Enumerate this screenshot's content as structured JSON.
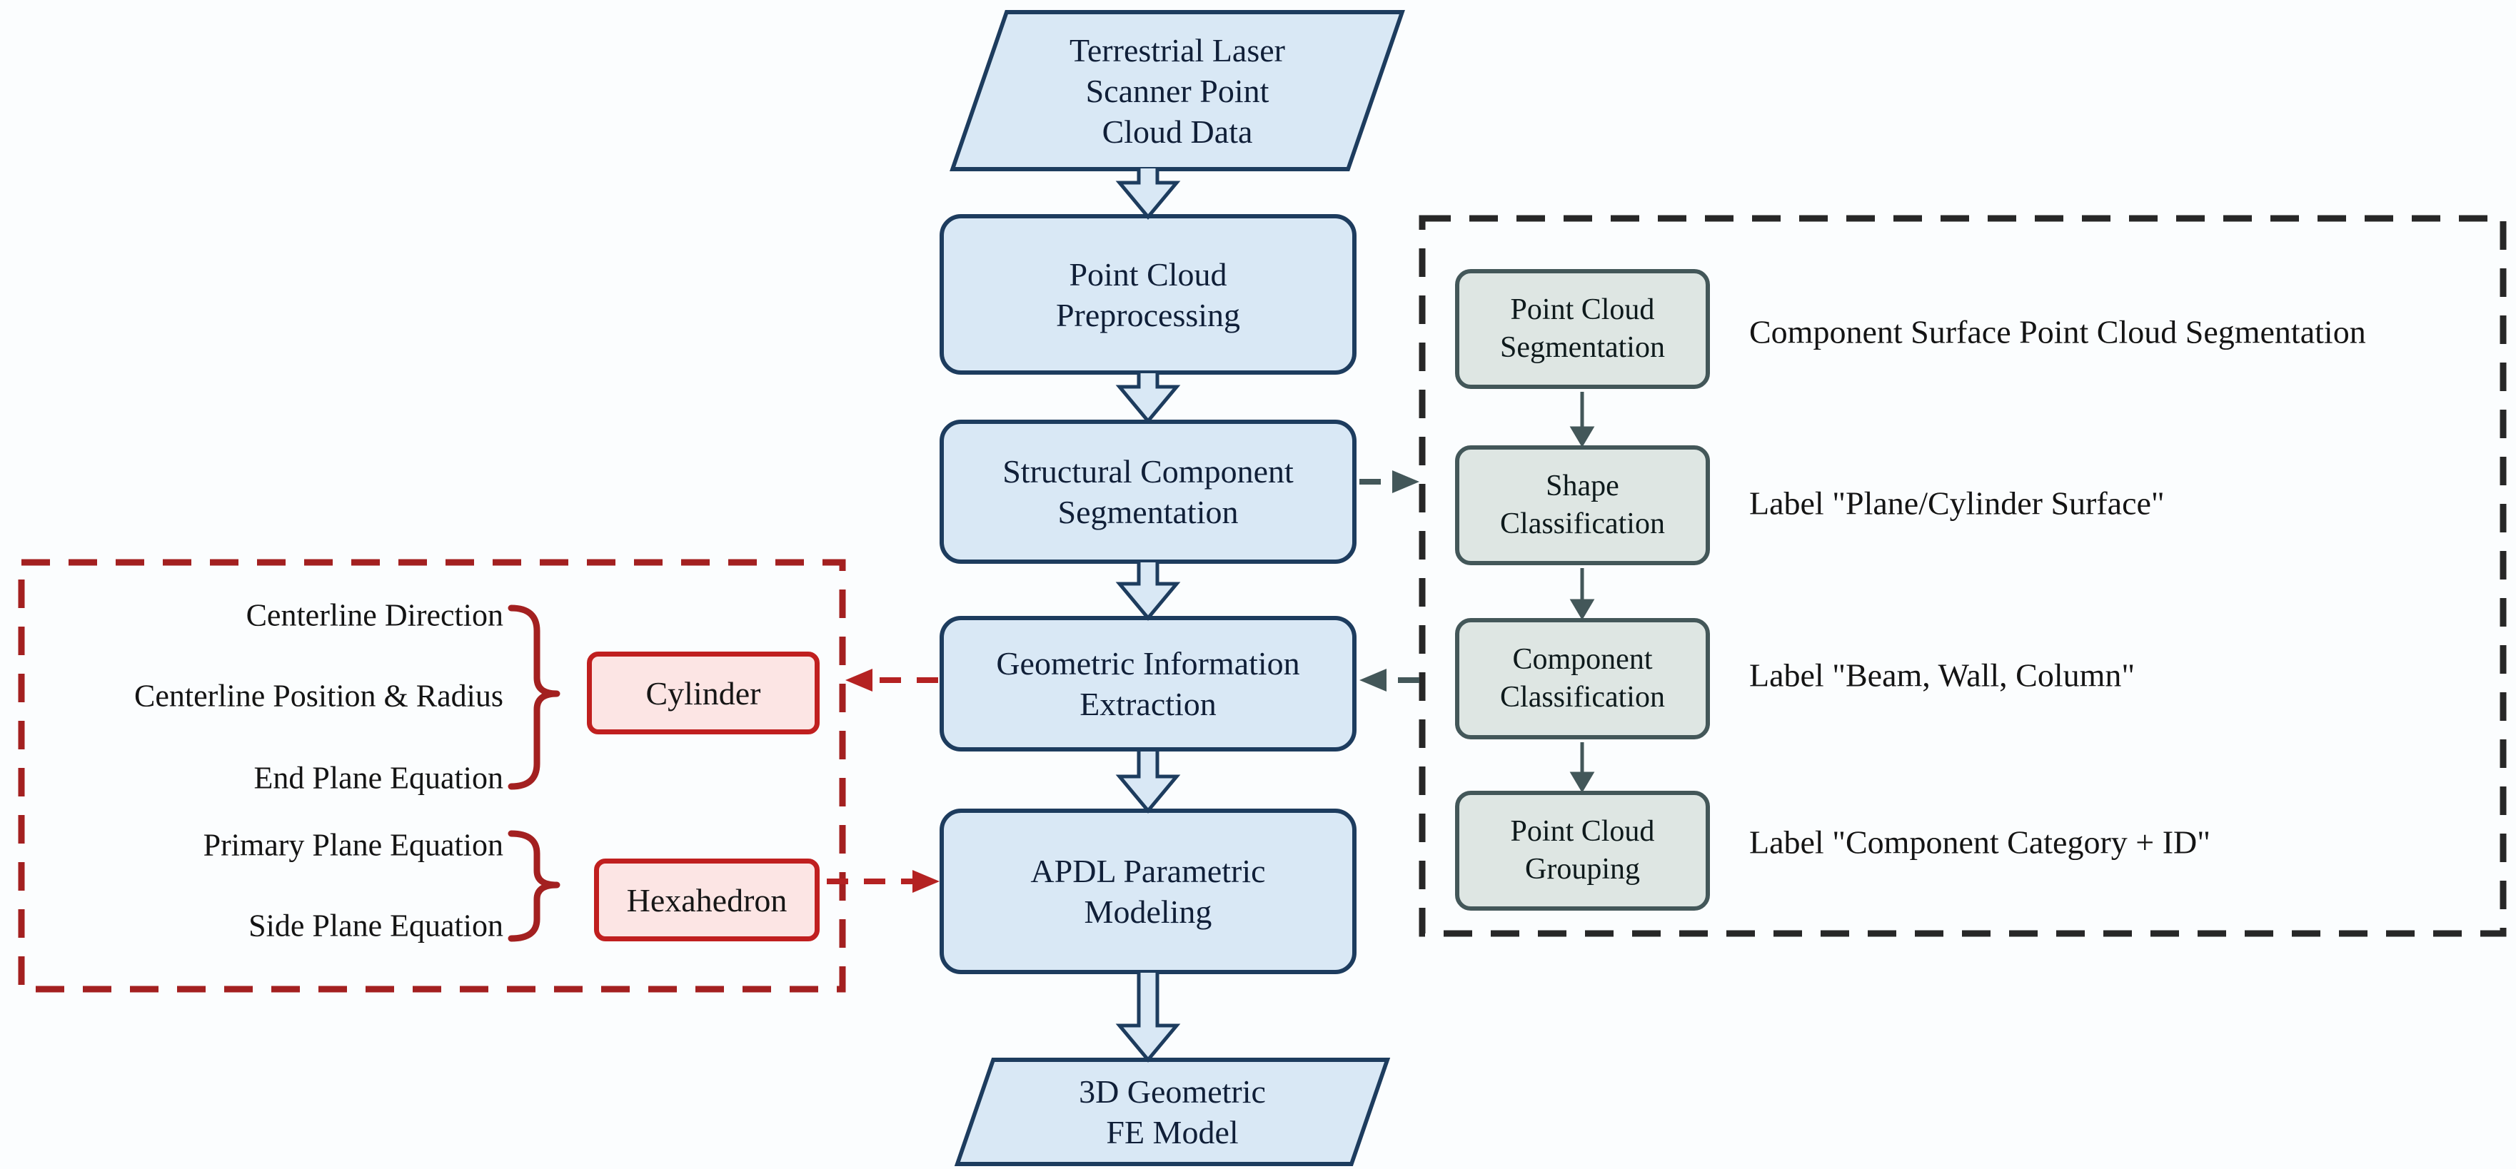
{
  "figure": {
    "type": "flowchart",
    "background": "#fbfdfe"
  },
  "colors": {
    "process_fill": "#d9e8f5",
    "process_border": "#1d3c5e",
    "panel_step_fill": "#dee6e3",
    "panel_step_border": "#435759",
    "segmentation_panel_border": "#272727",
    "geometry_fill": "#fce5e4",
    "geometry_border": "#c01f1f",
    "geometry_panel_border": "#a32020",
    "red_arrow": "#b42222",
    "gray_arrow": "#435759",
    "text": "#141414"
  },
  "main_flow": {
    "input": {
      "lines": [
        "Terrestrial Laser",
        "Scanner Point",
        "Cloud Data"
      ]
    },
    "steps": [
      {
        "lines": [
          "Point Cloud",
          "Preprocessing"
        ]
      },
      {
        "lines": [
          "Structural Component",
          "Segmentation"
        ]
      },
      {
        "lines": [
          "Geometric Information",
          "Extraction"
        ]
      },
      {
        "lines": [
          "APDL Parametric",
          "Modeling"
        ]
      }
    ],
    "output": {
      "lines": [
        "3D Geometric",
        "FE Model"
      ]
    }
  },
  "segmentation_panel": {
    "steps": [
      {
        "lines": [
          "Point Cloud",
          "Segmentation"
        ],
        "label": "Component Surface Point Cloud Segmentation"
      },
      {
        "lines": [
          "Shape",
          "Classification"
        ],
        "label": "Label \"Plane/Cylinder Surface\""
      },
      {
        "lines": [
          "Component",
          "Classification"
        ],
        "label": "Label \"Beam, Wall, Column\""
      },
      {
        "lines": [
          "Point Cloud",
          "Grouping"
        ],
        "label": "Label \"Component Category + ID\""
      }
    ]
  },
  "geometry_panel": {
    "cylinder": {
      "title": "Cylinder",
      "parameters": [
        "Centerline Direction",
        "Centerline Position & Radius",
        "End Plane Equation"
      ]
    },
    "hexahedron": {
      "title": "Hexahedron",
      "parameters": [
        "Primary Plane Equation",
        "Side Plane Equation"
      ]
    }
  }
}
